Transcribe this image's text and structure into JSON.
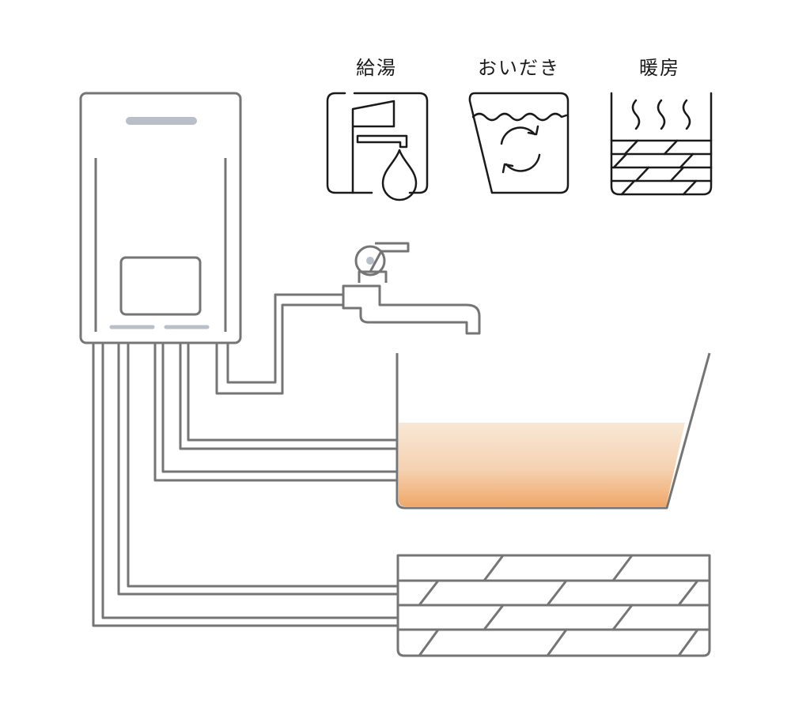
{
  "labels": {
    "hot_water": "給湯",
    "reheat": "おいだき",
    "heating": "暖房"
  },
  "icons": {
    "hot_water": "faucet-drop-icon",
    "reheat": "bath-reheat-icon",
    "heating": "floor-heating-icon"
  },
  "colors": {
    "line": "#757575",
    "icon": "#1a1a1a",
    "indicator": "#b8bfc9",
    "water_top": "#f8e8d6",
    "water_bottom": "#efa86a",
    "text": "#1a1a1a"
  }
}
